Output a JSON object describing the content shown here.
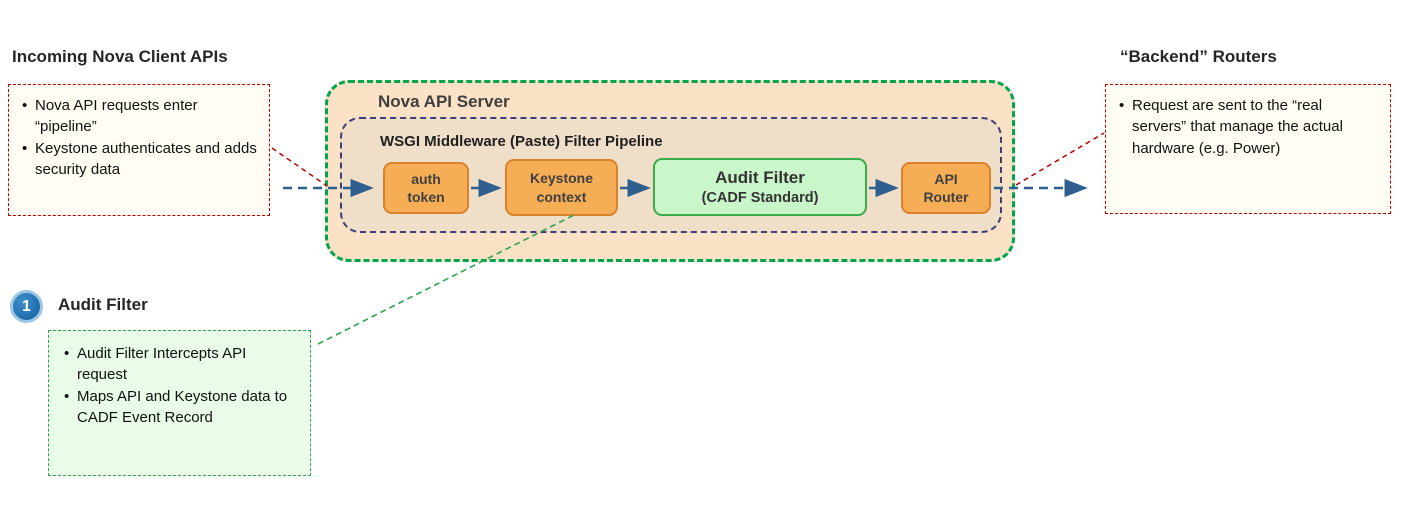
{
  "left_note": {
    "title": "Incoming Nova Client  APIs",
    "bullets": [
      "Nova API requests enter “pipeline”",
      "Keystone authenticates and adds security data"
    ]
  },
  "server": {
    "title": "Nova API Server",
    "pipeline": {
      "title": "WSGI Middleware (Paste) Filter Pipeline",
      "stages": [
        {
          "line1": "auth",
          "line2": "token"
        },
        {
          "line1": "Keystone",
          "line2": "context"
        },
        {
          "line1": "Audit Filter",
          "line2": "(CADF Standard)"
        },
        {
          "line1": "API",
          "line2": "Router"
        }
      ]
    }
  },
  "right_note": {
    "title": "“Backend” Routers",
    "bullets": [
      "Request are sent to the “real servers” that manage the actual hardware (e.g. Power)"
    ]
  },
  "callout": {
    "number": "1",
    "title": "Audit Filter",
    "bullets": [
      "Audit Filter Intercepts API request",
      "Maps API and Keystone data to CADF Event Record"
    ]
  },
  "colors": {
    "server_border": "#00A550",
    "server_fill": "#FBE2C6",
    "pipeline_border": "#3F3F74",
    "pipeline_fill": "#EFDFC9",
    "stage_fill": "#F6AE56",
    "stage_border": "#D9822B",
    "audit_fill": "#C9F7C9",
    "audit_border": "#3BAA4F",
    "arrow_blue": "#2F5F8F",
    "note_red": "#C00000",
    "callout_green": "#2EA44F",
    "badge_blue": "#1B6FB5"
  }
}
